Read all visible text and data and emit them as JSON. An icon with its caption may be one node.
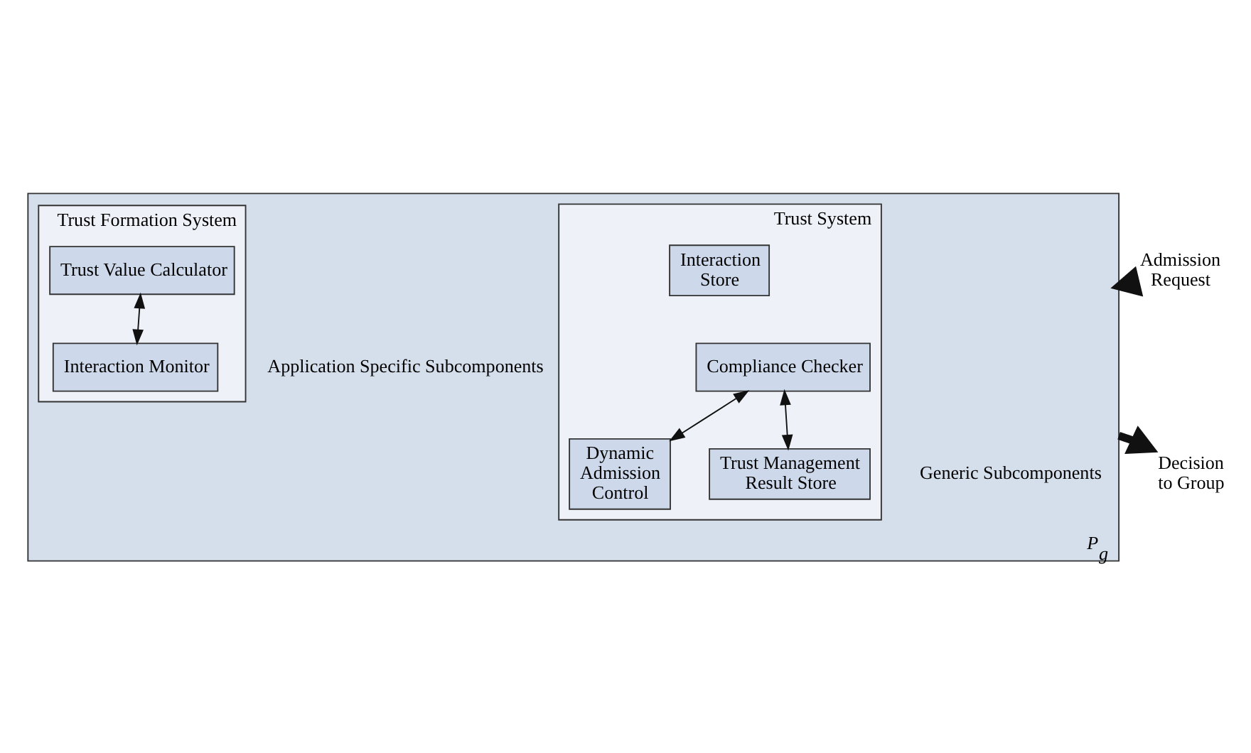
{
  "diagram": {
    "nodes": [
      {
        "text": [
          "P$_{g}$"
        ]
      },
      {
        "text": [
          "Trust System"
        ],
        "in": 0,
        "beside": [
          "Generic Subcomponents"
        ]
      },
      {
        "text": [
          "Compliance Checker"
        ],
        "in": 1
      },
      {
        "text": [
          "Dynamic Admission Control"
        ],
        "in": 1
      },
      {
        "text": [
          "Trust Management Result Store"
        ],
        "in": 1
      },
      {
        "text": [
          "Interaction Store"
        ],
        "in": 1
      },
      {
        "text": [
          "Trust Formation System"
        ],
        "in": 0,
        "beside": [
          "Application Specific Subcomponents"
        ]
      },
      {
        "text": [
          "Trust Value Calculator"
        ],
        "in": 6
      },
      {
        "text": [
          "Interaction Monitor"
        ],
        "in": 6
      },
      {
        "text": [
          "Admission Request"
        ]
      },
      {
        "text": [
          "Decision to Group"
        ]
      }
    ],
    "edges": [
      {
        "from": 2,
        "to": 3,
        "arrow": "both"
      },
      {
        "from": 2,
        "to": 4,
        "arrow": "both"
      },
      {
        "from": 7,
        "to": 8,
        "arrow": "both"
      },
      {
        "from": 9,
        "to": 0,
        "arrow": "to",
        "style": "thick"
      },
      {
        "from": 0,
        "to": 10,
        "arrow": "to",
        "style": "thick"
      }
    ]
  }
}
